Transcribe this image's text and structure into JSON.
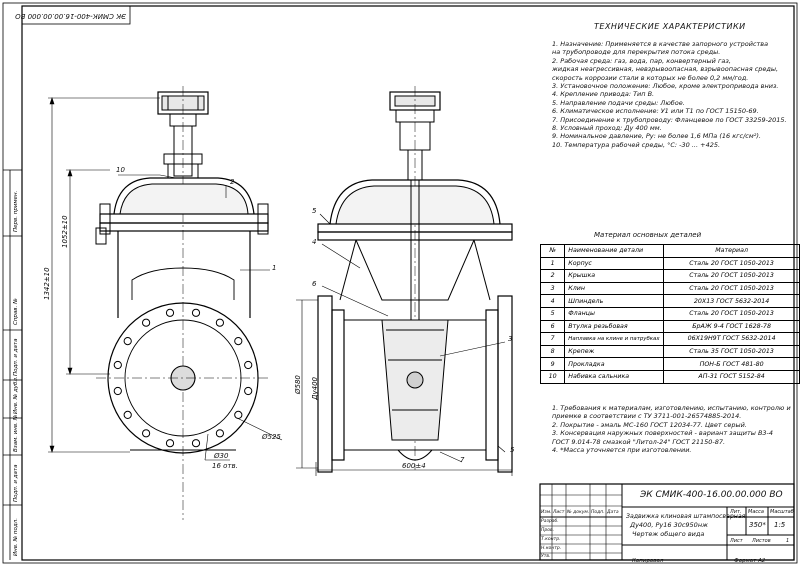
{
  "stamp_top": "ЭК СМИК-400-16.00.00.000 ВО",
  "tech": {
    "title": "ТЕХНИЧЕСКИЕ ХАРАКТЕРИСТИКИ",
    "lines": [
      "1. Назначение: Применяется в качестве запорного устройства",
      "на трубопроводе для перекрытия потока среды.",
      "2. Рабочая среда: газ, вода, пар, конвертерный газ,",
      "жидкая неагрессивная, невзрывоопасная, взрывоопасная среды,",
      "скорость коррозии стали в которых не более 0,2 мм/год.",
      "3. Установочное положение: Любое, кроме электропривода вниз.",
      "4. Крепление привода: Тип В.",
      "5. Направление подачи среды: Любое.",
      "6. Климатическое исполнение: У1 или Т1 по ГОСТ 15150-69.",
      "7. Присоединение к трубопроводу: Фланцевое по ГОСТ 33259-2015.",
      "8. Условный проход: Ду 400 мм.",
      "9. Номинальное давление, Ру: не более 1,6 МПа (16 кгс/см²).",
      "10. Температура рабочей среды, °С: -30 ... +425."
    ]
  },
  "materials": {
    "title": "Материал основных деталей",
    "header": {
      "no": "№",
      "name": "Наименование детали",
      "mat": "Материал"
    },
    "rows": [
      {
        "no": "1",
        "name": "Корпус",
        "mat": "Сталь 20 ГОСТ 1050-2013"
      },
      {
        "no": "2",
        "name": "Крышка",
        "mat": "Сталь 20 ГОСТ 1050-2013"
      },
      {
        "no": "3",
        "name": "Клин",
        "mat": "Сталь 20 ГОСТ 1050-2013"
      },
      {
        "no": "4",
        "name": "Шпиндель",
        "mat": "20Х13 ГОСТ 5632-2014"
      },
      {
        "no": "5",
        "name": "Фланцы",
        "mat": "Сталь 20 ГОСТ 1050-2013"
      },
      {
        "no": "6",
        "name": "Втулка резьбовая",
        "mat": "БрАЖ 9-4 ГОСТ 1628-78"
      },
      {
        "no": "7",
        "name": "Наплавка на клине и патрубках",
        "mat": "06Х19Н9Т ГОСТ 5632-2014"
      },
      {
        "no": "8",
        "name": "Крепеж",
        "mat": "Сталь 35 ГОСТ 1050-2013"
      },
      {
        "no": "9",
        "name": "Прокладка",
        "mat": "ПОН-Б ГОСТ 481-80"
      },
      {
        "no": "10",
        "name": "Набивка сальника",
        "mat": "АП-31 ГОСТ 5152-84"
      }
    ]
  },
  "notes": [
    "1. Требования к материалам, изготовлению, испытанию, контролю и",
    "приемке в соответствии с ТУ 3711-001-26574885-2014.",
    "2. Покрытие - эмаль МС-160 ГОСТ 12034-77. Цвет серый.",
    "3. Консервация наружных поверхностей - вариант защиты В3-4",
    "ГОСТ 9.014-78 смазкой \"Литол-24\" ГОСТ 21150-87.",
    "4. *Масса уточняется при изготовлении."
  ],
  "dims": {
    "height_total": "1342±10",
    "height_open": "1052±10",
    "du": "Ду400",
    "flange_d": "Ø580",
    "bolt_circle": "Ø525",
    "hole_d": "Ø30",
    "holes": "16 отв.",
    "length": "600±4"
  },
  "callouts": [
    "1",
    "2",
    "3",
    "4",
    "5",
    "6",
    "7",
    "10"
  ],
  "titleblock": {
    "code": "ЭК СМИК-400-16.00.00.000 ВО",
    "name_line1": "Задвижка клиновая штампосварная",
    "name_line2": "Ду400, Ру16 30с950нж",
    "name_line3": "Чертеж общего вида",
    "lit_label": "Лит.",
    "mass_label": "Масса",
    "scale_label": "Масштаб",
    "mass": "350*",
    "scale": "1:5",
    "sheet_label": "Лист",
    "sheets_label": "Листов",
    "sheets": "1",
    "roles": [
      "Разраб.",
      "Пров.",
      "Т.контр.",
      "Н.контр.",
      "Утв."
    ],
    "col_heads": [
      "Изм.",
      "Лист",
      "№ докум.",
      "Подп.",
      "Дата"
    ],
    "copied": "Копировал",
    "format": "Формат  А2"
  },
  "side_stamps": [
    "Перв. примен.",
    "Справ. №",
    "Подп. и дата",
    "Инв. № дубл.",
    "Взам. инв. №",
    "Подп. и дата",
    "Инв. № подл."
  ]
}
